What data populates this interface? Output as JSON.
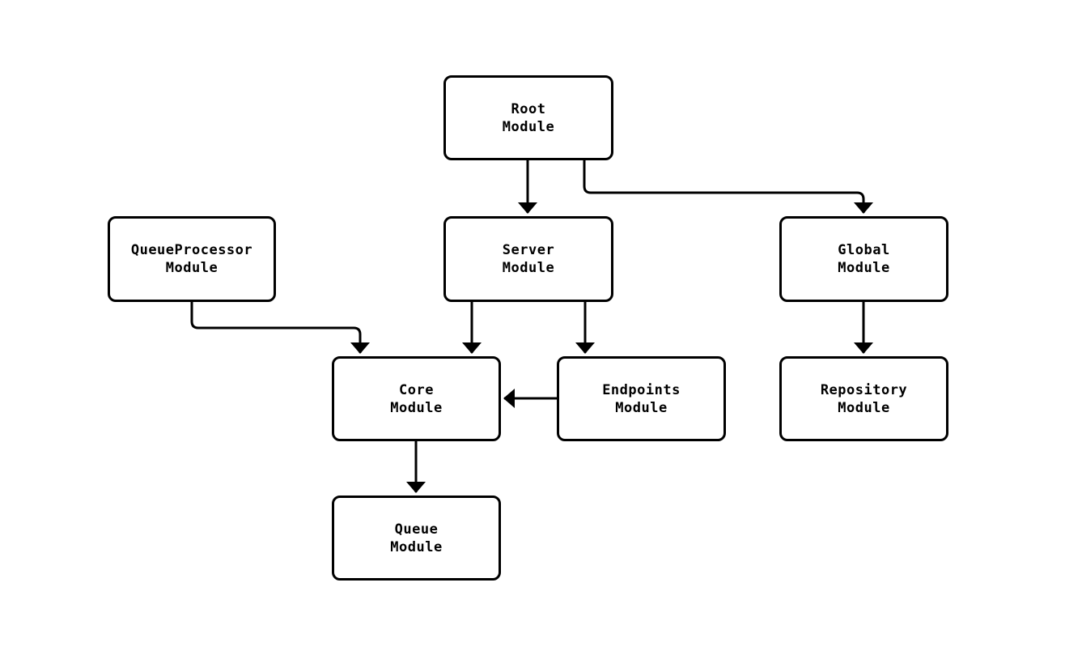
{
  "diagram": {
    "type": "flowchart",
    "background_color": "#ffffff",
    "line_color": "#000000",
    "text_color": "#000000",
    "nodes": {
      "root": {
        "label": "Root\nModule"
      },
      "queue_processor": {
        "label": "QueueProcessor\nModule"
      },
      "server": {
        "label": "Server\nModule"
      },
      "global": {
        "label": "Global\nModule"
      },
      "core": {
        "label": "Core\nModule"
      },
      "endpoints": {
        "label": "Endpoints\nModule"
      },
      "repository": {
        "label": "Repository\nModule"
      },
      "queue": {
        "label": "Queue\nModule"
      }
    },
    "edges": [
      {
        "from": "root",
        "to": "server"
      },
      {
        "from": "root",
        "to": "global"
      },
      {
        "from": "queue_processor",
        "to": "core"
      },
      {
        "from": "server",
        "to": "core"
      },
      {
        "from": "server",
        "to": "endpoints"
      },
      {
        "from": "endpoints",
        "to": "core"
      },
      {
        "from": "global",
        "to": "repository"
      },
      {
        "from": "core",
        "to": "queue"
      }
    ]
  }
}
